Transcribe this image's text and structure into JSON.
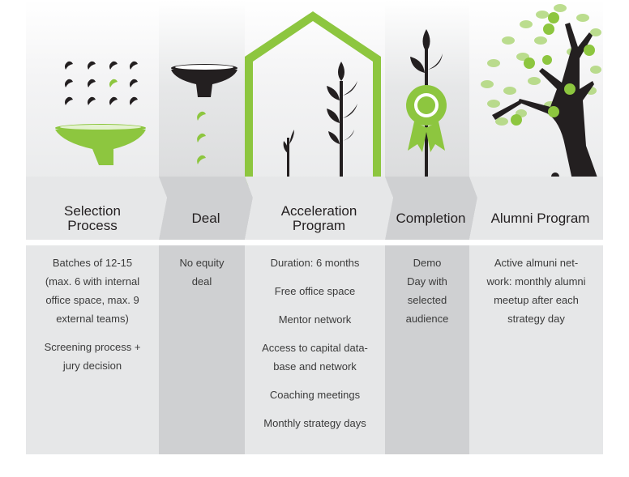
{
  "colors": {
    "accent_green": "#8dc63f",
    "dark": "#231f20",
    "panel_light": "#e6e7e8",
    "panel_dark": "#cfd0d2"
  },
  "stages": [
    {
      "title": "Selection\nProcess",
      "icon": "funnel-with-seeds-icon",
      "items": [
        "Batches of 12-15\n(max. 6 with internal\noffice space, max. 9\nexternal teams)",
        "Screening process +\njury decision"
      ]
    },
    {
      "title": "Deal",
      "icon": "funnel-dropping-seeds-icon",
      "items": [
        "No equity\ndeal"
      ]
    },
    {
      "title": "Acceleration\nProgram",
      "icon": "greenhouse-sprouts-icon",
      "items": [
        "Duration: 6 months",
        "Free office space",
        "Mentor network",
        "Access to capital data-\nbase and network",
        "Coaching meetings",
        "Monthly strategy days"
      ]
    },
    {
      "title": "Completion",
      "icon": "award-rosette-plant-icon",
      "items": [
        "Demo\nDay with\nselected\naudience"
      ]
    },
    {
      "title": "Alumni Program",
      "icon": "money-tree-icon",
      "items": [
        "Active almuni net-\nwork: monthly alumni\nmeetup after each\nstrategy day"
      ]
    }
  ]
}
